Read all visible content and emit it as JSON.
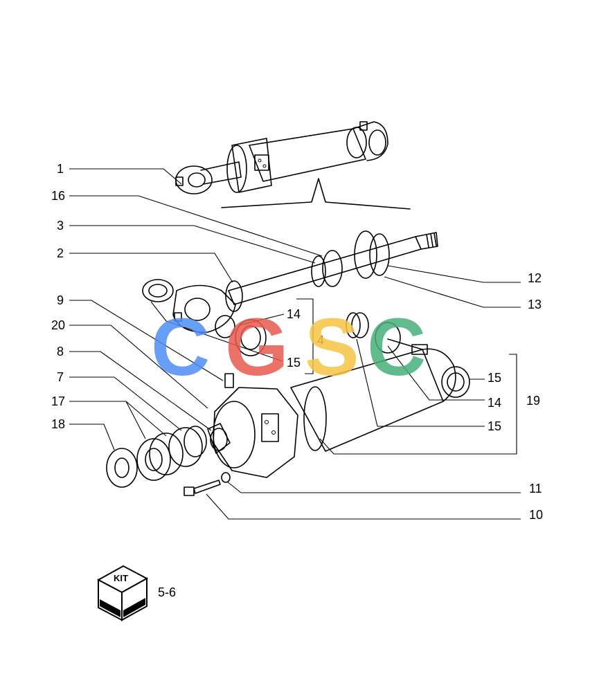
{
  "callouts": {
    "c1": "1",
    "c16": "16",
    "c3": "3",
    "c2": "2",
    "c9": "9",
    "c20": "20",
    "c8": "8",
    "c7": "7",
    "c17": "17",
    "c18": "18",
    "c12": "12",
    "c13": "13",
    "c14a": "14",
    "c15a": "15",
    "c4": "4",
    "c15b": "15",
    "c14b": "14",
    "c19": "19",
    "c15c": "15",
    "c11": "11",
    "c10": "10"
  },
  "kit": {
    "badge": "KIT",
    "ref": "5-6"
  },
  "watermark": {
    "letters": [
      "C",
      "G",
      "S",
      "C"
    ],
    "colors": [
      "#4f8ef5",
      "#e85a4f",
      "#f5c542",
      "#46b07a"
    ]
  }
}
